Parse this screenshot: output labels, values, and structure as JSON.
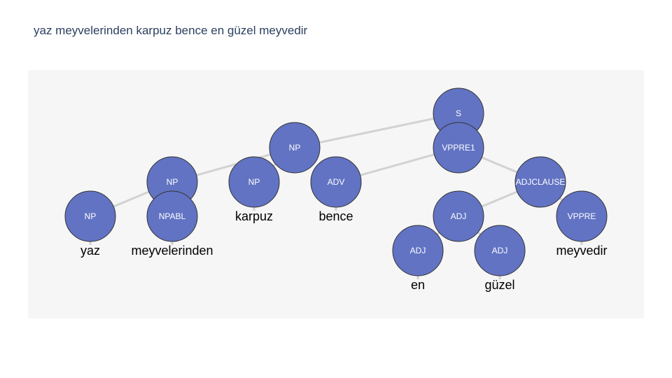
{
  "title": "yaz meyvelerinden karpuz bence en güzel meyvedir",
  "colors": {
    "node_fill": "#6273c3",
    "edge": "#d2d2d2",
    "panel_bg": "#f6f6f6",
    "title_text": "#2a3f5f"
  },
  "tree": {
    "nodes": [
      {
        "id": "s",
        "label": "S"
      },
      {
        "id": "np_top",
        "label": "NP"
      },
      {
        "id": "vppre1",
        "label": "VPPRE1"
      },
      {
        "id": "np_left",
        "label": "NP"
      },
      {
        "id": "np_karpuz",
        "label": "NP"
      },
      {
        "id": "adv",
        "label": "ADV"
      },
      {
        "id": "adjclause",
        "label": "ADJCLAUSE"
      },
      {
        "id": "np_yaz",
        "label": "NP"
      },
      {
        "id": "npabl",
        "label": "NPABL"
      },
      {
        "id": "adj_mid",
        "label": "ADJ"
      },
      {
        "id": "vppre",
        "label": "VPPRE"
      },
      {
        "id": "adj_en",
        "label": "ADJ"
      },
      {
        "id": "adj_guzel",
        "label": "ADJ"
      }
    ],
    "edges": [
      [
        "s",
        "np_top"
      ],
      [
        "s",
        "vppre1"
      ],
      [
        "np_top",
        "np_left"
      ],
      [
        "np_top",
        "np_karpuz"
      ],
      [
        "np_left",
        "np_yaz"
      ],
      [
        "np_left",
        "npabl"
      ],
      [
        "vppre1",
        "adv"
      ],
      [
        "vppre1",
        "adjclause"
      ],
      [
        "adjclause",
        "adj_mid"
      ],
      [
        "adjclause",
        "vppre"
      ],
      [
        "adj_mid",
        "adj_en"
      ],
      [
        "adj_mid",
        "adj_guzel"
      ]
    ],
    "words": [
      {
        "node": "np_yaz",
        "text": "yaz"
      },
      {
        "node": "npabl",
        "text": "meyvelerinden"
      },
      {
        "node": "np_karpuz",
        "text": "karpuz"
      },
      {
        "node": "adv",
        "text": "bence"
      },
      {
        "node": "vppre",
        "text": "meyvedir"
      },
      {
        "node": "adj_en",
        "text": "en"
      },
      {
        "node": "adj_guzel",
        "text": "güzel"
      }
    ]
  }
}
